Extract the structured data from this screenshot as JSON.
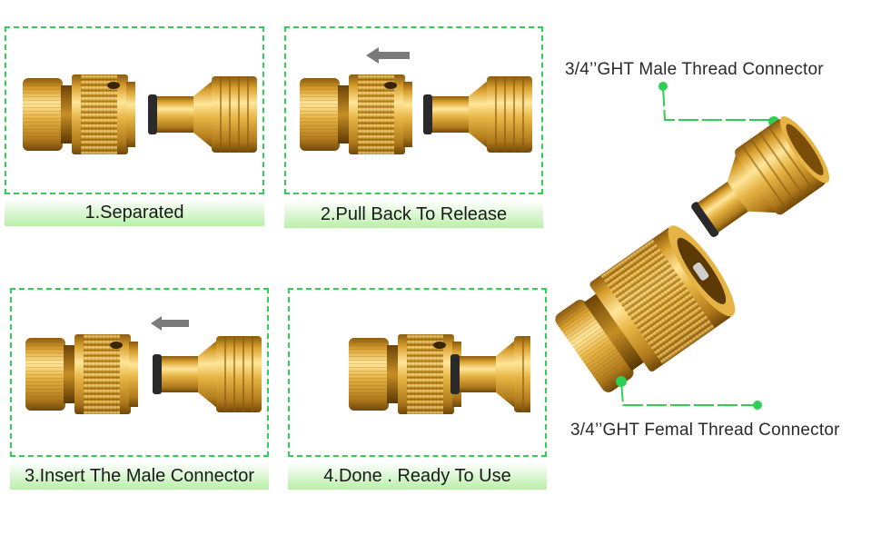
{
  "steps": [
    {
      "label": "1.Separated"
    },
    {
      "label": "2.Pull Back To Release"
    },
    {
      "label": "3.Insert The Male Connector"
    },
    {
      "label": "4.Done . Ready To Use"
    }
  ],
  "callouts": {
    "male": "3/4’’GHT Male Thread Connector",
    "female": "3/4’’GHT Femal Thread Connector"
  },
  "colors": {
    "brass": "#d9a431",
    "accent_green": "#2fcf55"
  },
  "icons": {
    "direction": "arrow-left-icon"
  }
}
